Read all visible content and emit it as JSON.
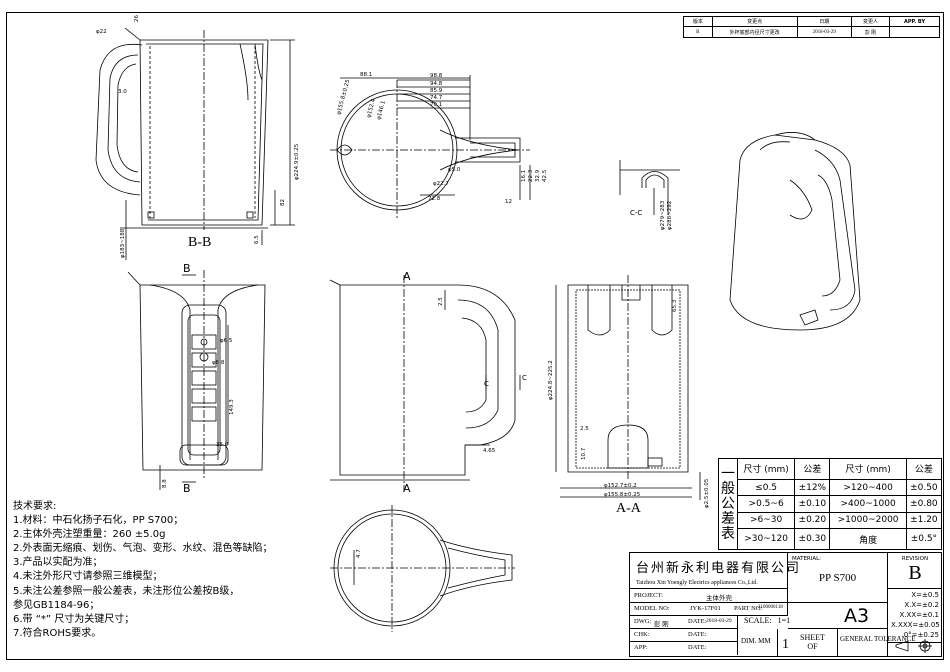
{
  "revision_table": {
    "headers": [
      "版本",
      "变更点",
      "日期",
      "变更人",
      "APP. BY"
    ],
    "rows": [
      [
        "B",
        "外杯底部内径尺寸更改",
        "2018-03-29",
        "彭 刚",
        ""
      ]
    ]
  },
  "views": {
    "section_bb": "B-B",
    "section_aa": "A-A",
    "section_cc": "C-C",
    "label_b": "B",
    "label_a": "A",
    "label_c": "C"
  },
  "dimensions": {
    "d22": "φ22",
    "d26": "26",
    "d30": "3.0",
    "d2249": "φ224.9±0.25",
    "d82": "82",
    "d65": "6.5",
    "d1838": "φ183~188",
    "d881": "88.1",
    "d988": "98.8",
    "d948": "94.8",
    "d859": "85.9",
    "d747": "74.7",
    "d701": "70.1",
    "d1558": "φ155.8±0.25",
    "d1524": "φ152.4",
    "d1461": "φ146.1",
    "d50": "φ5.0",
    "d227": "φ22.7",
    "d161": "16.1",
    "d223": "22.3",
    "d329": "32.9",
    "d425": "42.5",
    "d728": "72.8",
    "d12": "12",
    "d279": "φ279~283",
    "d288": "φ288~292",
    "d65a": "φ6.5",
    "d88": "φ8.8",
    "d1493": "149.3",
    "d350": "35.0",
    "d88b": "8.8",
    "d25": "2.5",
    "d465": "4.65",
    "d2250": "φ224.8~225.2",
    "d25b": "2.5",
    "d107": "10.7",
    "d1527": "φ152.7±0.2",
    "d1558b": "φ155.8±0.25",
    "d25c": "φ2.5±0.05",
    "d47": "4.7",
    "d653": "65.3"
  },
  "notes": {
    "title": "技术要求:",
    "items": [
      "1.材料：中石化扬子石化，PP S700；",
      "2.主体外壳注塑重量：260 ±5.0g",
      "2.外表面无缩痕、划伤、气泡、变形、水纹、混色等缺陷；",
      "3.产品以实配为准；",
      "4.未注外形尺寸请参照三维模型；",
      "5.未注公差参照一般公差表，未注形位公差按B级，",
      "参见GB1184-96；",
      "6.带 “*” 尺寸为关键尺寸；",
      "7.符合ROHS要求。"
    ]
  },
  "tolerance": {
    "side_label": [
      "一",
      "般",
      "公",
      "差",
      "表"
    ],
    "headers": [
      "尺寸 (mm)",
      "公差",
      "尺寸 (mm)",
      "公差"
    ],
    "rows": [
      [
        "≤0.5",
        "±12%",
        ">120~400",
        "±0.50"
      ],
      [
        ">0.5~6",
        "±0.10",
        ">400~1000",
        "±0.80"
      ],
      [
        ">6~30",
        "±0.20",
        ">1000~2000",
        "±1.20"
      ],
      [
        ">30~120",
        "±0.30",
        "角度",
        "±0.5°"
      ]
    ]
  },
  "title_block": {
    "company_cn": "台州新永利电器有限公司",
    "company_en": "Taizhou Xin Yoengly Electrics appliances Co.,Ltd.",
    "material_label": "MATERIAL:",
    "material": "PP S700",
    "revision_label": "REVISION",
    "revision": "B",
    "project_label": "PROJECT:",
    "project": "主体外壳",
    "model_label": "MODEL NO:",
    "model": "JYK-17F01",
    "part_label": "PART NO:",
    "part": "2100000118",
    "dwg_label": "DWG:",
    "dwg": "彭 刚",
    "date_label": "DATE:",
    "date": "2018-03-29",
    "chk_label": "CHK:",
    "app_label": "APP:",
    "size": "A3",
    "scale_label": "SCALE:",
    "scale": "1=1",
    "dim_unit": "DIM. MM",
    "sheet_no": "1",
    "sheet_label": "SHEET",
    "of_label": "OF",
    "general_tolerance": "GENERAL TOLERANCE",
    "gtol": [
      "X=±0.5",
      "X.X=±0.2",
      "X.XX=±0.1",
      "X.XXX=±0.05",
      "0°=±0.25"
    ]
  }
}
